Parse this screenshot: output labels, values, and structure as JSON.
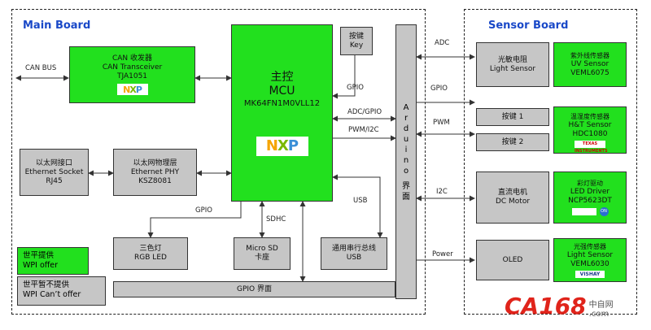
{
  "main_board": {
    "title": "Main Board",
    "can_bus_label": "CAN BUS",
    "can": {
      "line1": "CAN 收发器",
      "line2": "CAN Transceiver",
      "line3": "TJA1051"
    },
    "mcu": {
      "line1": "主控",
      "line2": "MCU",
      "line3": "MK64FN1M0VLL12"
    },
    "key": {
      "line1": "按键",
      "line2": "Key"
    },
    "eth_socket": {
      "line1": "以太网接口",
      "line2": "Ethernet Socket",
      "line3": "RJ45"
    },
    "eth_phy": {
      "line1": "以太网物理层",
      "line2": "Ethernet PHY",
      "line3": "KSZ8081"
    },
    "rgb_led": {
      "line1": "三色灯",
      "line2": "RGB LED"
    },
    "microsd": {
      "line1": "Micro SD",
      "line2": "卡座"
    },
    "usb_serial": {
      "line1": "通用串行总线",
      "line2": "USB"
    },
    "gpio_iface": "GPIO 界面",
    "arduino_chars": [
      "A",
      "r",
      "d",
      "u",
      "i",
      "n",
      "o",
      "界",
      "面"
    ],
    "labels": {
      "gpio_key": "GPIO",
      "adc_gpio": "ADC/GPIO",
      "pwm_i2c": "PWM/I2C",
      "gpio_rgb": "GPIO",
      "sdhc": "SDHC",
      "usb": "USB"
    },
    "legend": {
      "offer_line1": "世平提供",
      "offer_line2": "WPI offer",
      "nooffer_line1": "世平暂不提供",
      "nooffer_line2": "WPI Can’t offer"
    }
  },
  "sensor_board": {
    "title": "Sensor Board",
    "light_sensor": {
      "line1": "光敏电阻",
      "line2": "Light Sensor"
    },
    "uv_sensor": {
      "line1": "紫外线传感器",
      "line2": "UV Sensor",
      "line3": "VEML6075"
    },
    "button1": "按键 1",
    "button2": "按键 2",
    "ht_sensor": {
      "line1": "温湿度传感器",
      "line2": "H&T Sensor",
      "line3": "HDC1080"
    },
    "dc_motor": {
      "line1": "直流电机",
      "line2": "DC Motor"
    },
    "led_driver": {
      "line1": "彩灯驱动",
      "line2": "LED Driver",
      "line3": "NCP5623DT"
    },
    "oled": "OLED",
    "light_sensor2": {
      "line1": "光强传感器",
      "line2": "Light Sensor",
      "line3": "VEML6030"
    }
  },
  "links": {
    "adc": "ADC",
    "gpio": "GPIO",
    "pwm": "PWM",
    "i2c": "I2C",
    "power": "Power"
  },
  "logos": {
    "nxp": "NXP",
    "ti": "TEXAS INSTRUMENTS",
    "vishay": "VISHAY",
    "onsemi": "ON"
  },
  "watermark": {
    "brand": "CA168",
    "suffix": "中自网",
    "domain": ".com"
  },
  "colors": {
    "green": "#22e01e",
    "gray": "#c6c6c6",
    "title_blue": "#1a49c8",
    "brand_red": "#e0241b"
  }
}
